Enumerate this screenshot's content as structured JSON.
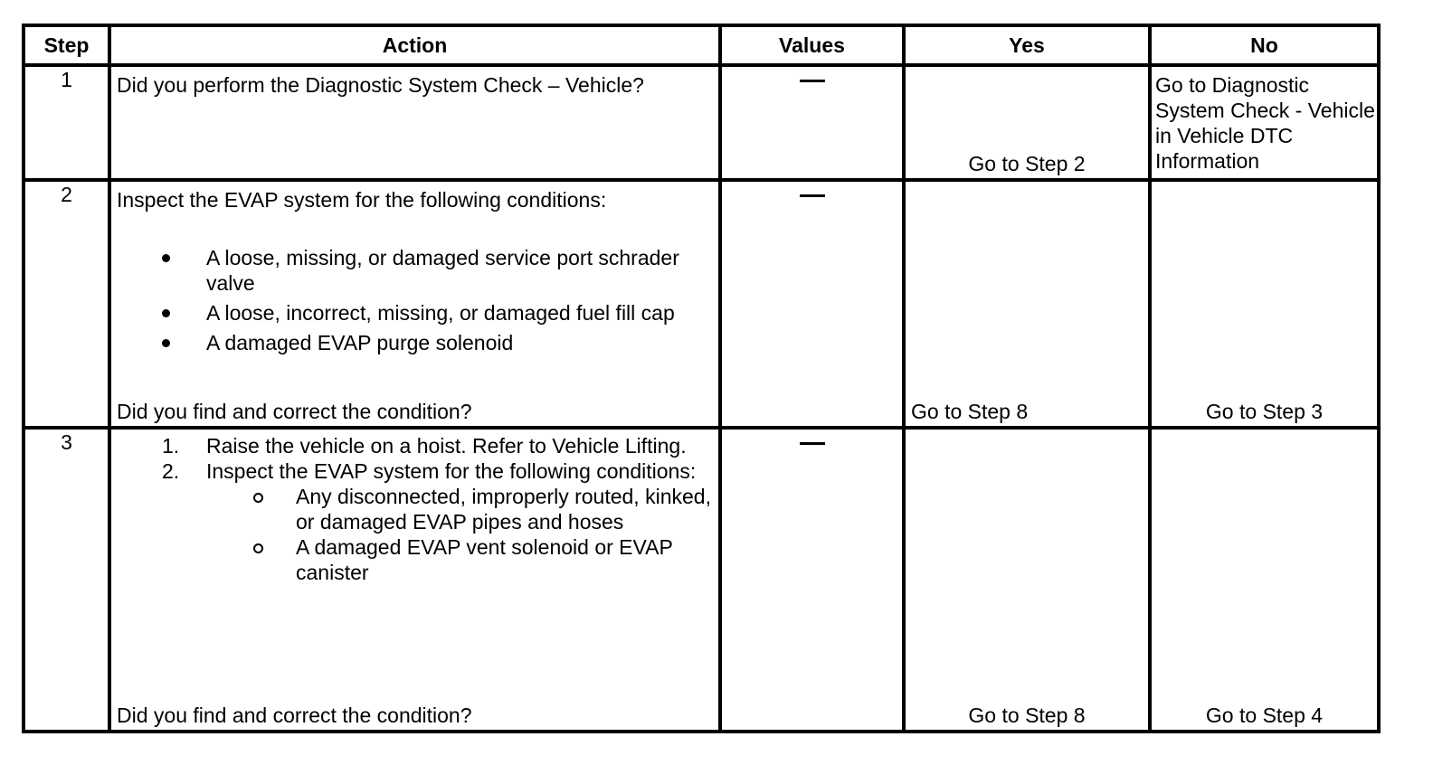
{
  "headers": {
    "step": "Step",
    "action": "Action",
    "values": "Values",
    "yes": "Yes",
    "no": "No"
  },
  "rows": [
    {
      "step": "1",
      "action": "Did you perform the Diagnostic System Check – Vehicle?",
      "values": "—",
      "yes": "Go to Step 2",
      "no": "Go to Diagnostic System Check - Vehicle in Vehicle DTC Information"
    },
    {
      "step": "2",
      "intro": "Inspect the EVAP system for the following conditions:",
      "bullets": [
        "A loose, missing, or damaged service port schrader valve",
        "A loose, incorrect, missing, or damaged fuel fill cap",
        "A damaged EVAP purge solenoid"
      ],
      "question": "Did you find and correct the condition?",
      "values": "—",
      "yes": "Go to Step 8",
      "no": "Go to Step 3"
    },
    {
      "step": "3",
      "steps": [
        {
          "num": "1.",
          "text": "Raise the vehicle on a hoist. Refer to Vehicle Lifting."
        },
        {
          "num": "2.",
          "text": "Inspect the EVAP system for the following conditions:"
        }
      ],
      "sub_items": [
        "Any disconnected, improperly routed, kinked, or damaged EVAP pipes and hoses",
        "A damaged EVAP vent solenoid or EVAP canister"
      ],
      "question": "Did you find and correct the condition?",
      "values": "—",
      "yes": "Go to Step 8",
      "no": "Go to Step 4"
    }
  ]
}
